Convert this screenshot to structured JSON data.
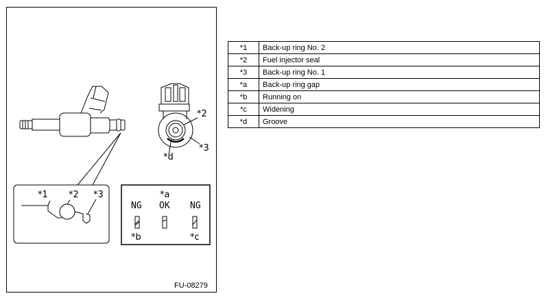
{
  "figure": {
    "id": "FU-08279",
    "callouts": {
      "c1": "*1",
      "c2": "*2",
      "c3": "*3",
      "c2_top": "*2",
      "c3_top": "*3",
      "cd_top": "*d",
      "ca": "*a",
      "cb": "*b",
      "cc": "*c"
    },
    "conditions": {
      "left": "NG",
      "center": "OK",
      "right": "NG"
    }
  },
  "legend": [
    {
      "code": "*1",
      "text": "Back-up ring No. 2"
    },
    {
      "code": "*2",
      "text": "Fuel injector seal"
    },
    {
      "code": "*3",
      "text": "Back-up ring No. 1"
    },
    {
      "code": "*a",
      "text": "Back-up ring gap"
    },
    {
      "code": "*b",
      "text": "Running on"
    },
    {
      "code": "*c",
      "text": "Widening"
    },
    {
      "code": "*d",
      "text": "Groove"
    }
  ]
}
